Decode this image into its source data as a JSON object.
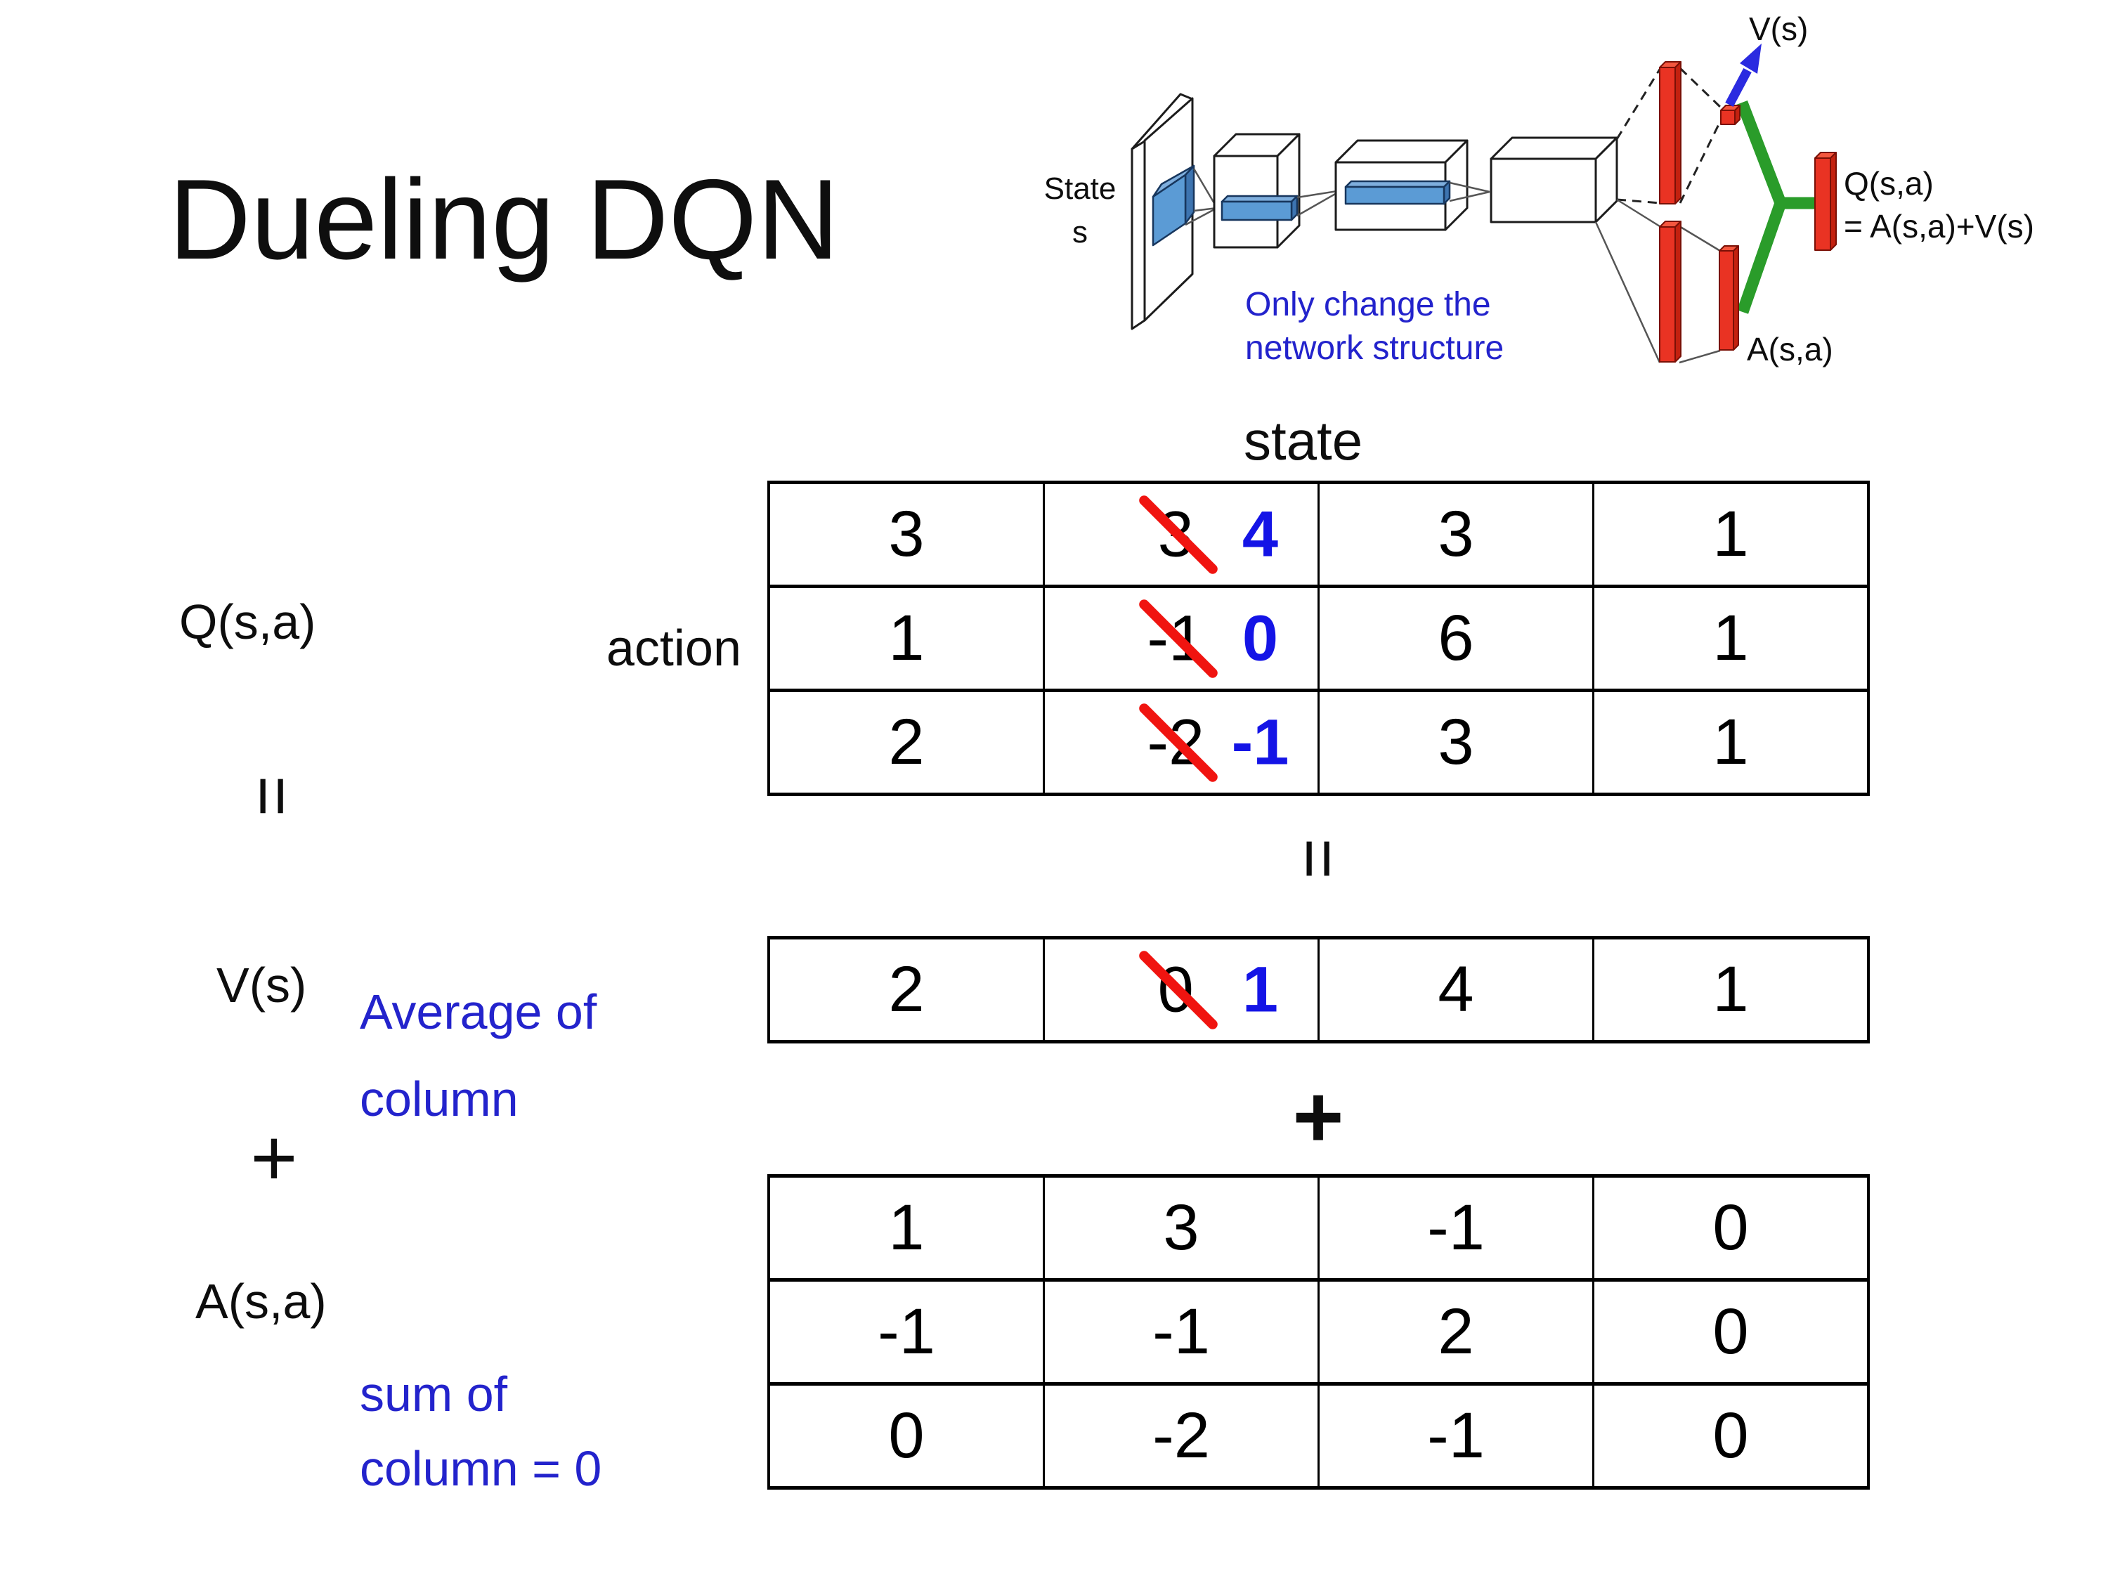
{
  "title": "Dueling DQN",
  "diagram": {
    "state_label": "State",
    "state_sub": "s",
    "caption1": "Only change the",
    "caption2": "network structure",
    "v_out": "V(s)",
    "q_out1": "Q(s,a)",
    "q_out2": "= A(s,a)+V(s)",
    "a_out": "A(s,a)"
  },
  "equation": {
    "q": "Q(s,a)",
    "eq_left": "=",
    "v": "V(s)",
    "plus_left": "+",
    "a": "A(s,a)",
    "avg1": "Average of",
    "avg2": "column",
    "sum1": "sum of",
    "sum2": "column = 0",
    "eq_mid": "=",
    "plus_mid": "+",
    "state_header": "state",
    "action_label": "action"
  },
  "q_table": {
    "rows": [
      {
        "c0": "3",
        "old": "3",
        "new": "4",
        "c2": "3",
        "c3": "1"
      },
      {
        "c0": "1",
        "old": "-1",
        "new": "0",
        "c2": "6",
        "c3": "1"
      },
      {
        "c0": "2",
        "old": "-2",
        "new": "-1",
        "c2": "3",
        "c3": "1"
      }
    ]
  },
  "v_row": {
    "c0": "2",
    "old": "0",
    "new": "1",
    "c2": "4",
    "c3": "1"
  },
  "a_table": {
    "rows": [
      [
        "1",
        "3",
        "-1",
        "0"
      ],
      [
        "-1",
        "-1",
        "2",
        "0"
      ],
      [
        "0",
        "-2",
        "-1",
        "0"
      ]
    ]
  },
  "colors": {
    "accent_blue": "#1414e6",
    "note_blue": "#2323cc",
    "strike_red": "#f01410",
    "bar_red": "#e93323",
    "merge_green": "#2a9c2a",
    "conv_blue": "#5b9bd5"
  }
}
